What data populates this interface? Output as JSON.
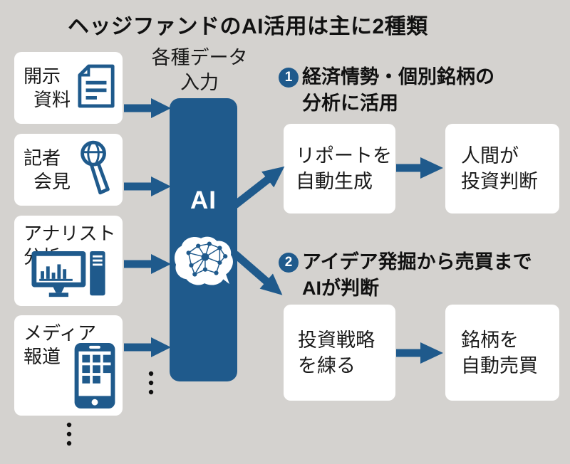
{
  "title": "ヘッジファンドのAI活用は主に2種類",
  "input_label": {
    "line1": "各種データ",
    "line2": "入力"
  },
  "sources": [
    {
      "line1": "開示",
      "line2": "資料",
      "icon": "document-icon"
    },
    {
      "line1": "記者",
      "line2": "会見",
      "icon": "microphone-icon"
    },
    {
      "line1": "アナリスト",
      "line2": "分析",
      "icon": "computer-icon"
    },
    {
      "line1": "メディア",
      "line2": "報道",
      "icon": "smartphone-icon"
    }
  ],
  "ai_box": {
    "label": "AI",
    "icon": "brain-network-icon"
  },
  "flows": [
    {
      "number": "1",
      "heading_line1": "経済情勢・個別銘柄の",
      "heading_line2": "分析に活用",
      "step1_line1": "リポートを",
      "step1_line2": "自動生成",
      "step2_line1": "人間が",
      "step2_line2": "投資判断"
    },
    {
      "number": "2",
      "heading_line1": "アイデア発掘から売買まで",
      "heading_line2": "AIが判断",
      "step1_line1": "投資戦略",
      "step1_line2": "を練る",
      "step2_line1": "銘柄を",
      "step2_line2": "自動売買"
    }
  ],
  "colors": {
    "accent_blue": "#1f5a8c",
    "background": "#d4d2cf",
    "box_white": "#ffffff",
    "text_black": "#1a1a1a"
  }
}
